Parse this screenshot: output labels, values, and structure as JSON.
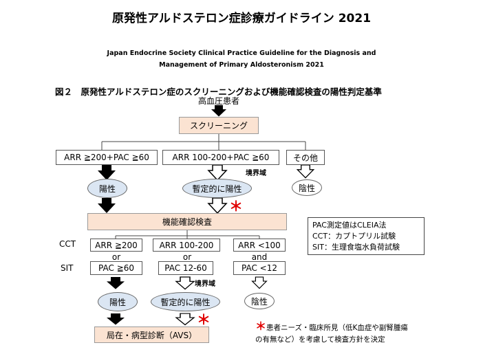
{
  "header": {
    "title": "原発性アルドステロン症診療ガイドライン 2021",
    "subtitle_line1": "Japan Endocrine Society Clinical Practice Guideline for the Diagnosis and",
    "subtitle_line2": "Management of Primary Aldosteronism 2021",
    "figure_title": "図２　原発性アルドステロン症のスクリーニングおよび機能確認検査の陽性判定基準"
  },
  "flow": {
    "start": "高血圧患者",
    "screening": "スクリーニング",
    "arr_high": "ARR ≧200+PAC ≧60",
    "arr_mid": "ARR 100-200+PAC ≧60",
    "arr_other": "その他",
    "boundary": "境界域",
    "positive": "陽性",
    "provisional": "暫定的に陽性",
    "negative": "陰性",
    "confirm": "機能確認検査",
    "cct_label": "CCT",
    "sit_label": "SIT",
    "cct_high": "ARR ≧200",
    "cct_mid": "ARR 100-200",
    "cct_low": "ARR <100",
    "or1": "or",
    "or2": "or",
    "and": "and",
    "sit_high": "PAC ≧60",
    "sit_mid": "PAC 12-60",
    "sit_low": "PAC <12",
    "final": "局在・病型診断（AVS）",
    "star": "＊"
  },
  "legend": {
    "line1": "PAC測定値はCLEIA法",
    "line2": "CCT：カプトプリル試験",
    "line3": "SIT：生理食塩水負荷試験"
  },
  "note": {
    "line1": "患者ニーズ・臨床所見（低K血症や副腎腫瘍",
    "line2": "の有無など）を考慮して検査方針を決定"
  },
  "colors": {
    "peach_box": "#fbe3d2",
    "blue_ellipse": "#dbe6f3",
    "star_red": "#e00000"
  }
}
